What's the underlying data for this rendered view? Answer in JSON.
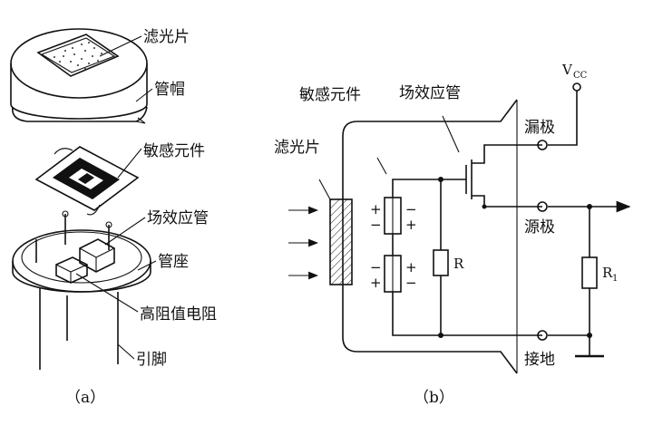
{
  "part_a": {
    "labels": {
      "filter": "滤光片",
      "cap": "管帽",
      "sensor": "敏感元件",
      "fet": "场效应管",
      "base": "管座",
      "resistor": "高阻值电阻",
      "pins": "引脚"
    },
    "caption": "（a）"
  },
  "part_b": {
    "labels": {
      "sensor": "敏感元件",
      "fet": "场效应管",
      "filter": "滤光片",
      "drain": "漏极",
      "source": "源极",
      "ground": "接地",
      "vcc_main": "V",
      "vcc_sub": "CC",
      "r": "R",
      "r1_main": "R",
      "r1_sub": "1"
    },
    "signs": {
      "plus": "+",
      "minus": "−"
    },
    "caption": "（b）"
  }
}
